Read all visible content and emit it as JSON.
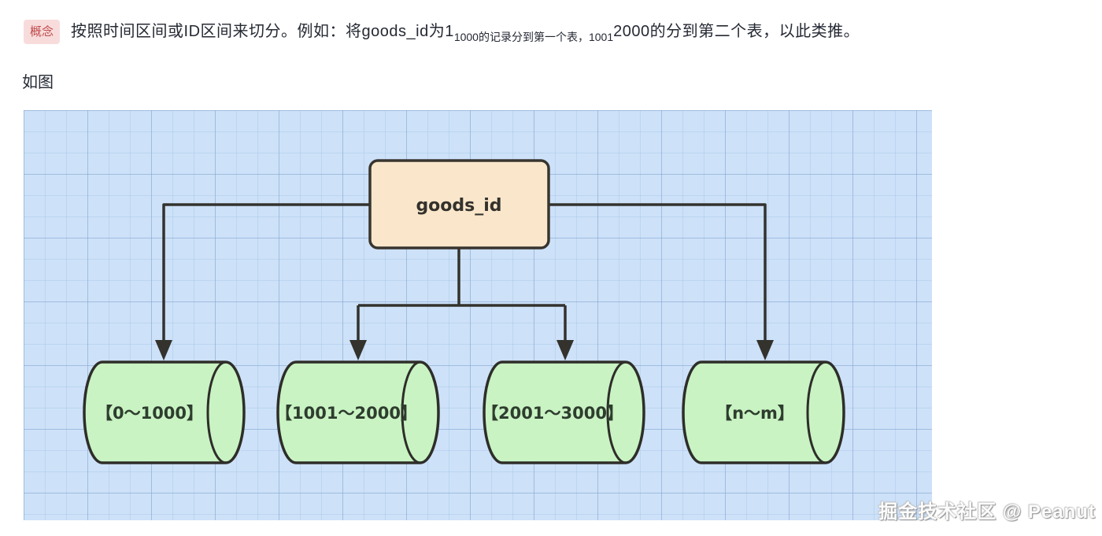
{
  "article": {
    "badge": "概念",
    "intro": {
      "part1": "按照时间区间或ID区间来切分。例如：将goods_id为1",
      "subscript": "1000的记录分到第一个表，1001",
      "part2": "2000的分到第二个表，以此类推。"
    },
    "caption": "如图"
  },
  "diagram": {
    "root_label": "goods_id",
    "shards": [
      {
        "label": "【0～1000】"
      },
      {
        "label": "【1001～2000】"
      },
      {
        "label": "【2001～3000】"
      },
      {
        "label": "【n～m】"
      }
    ],
    "colors": {
      "canvas_background": "#cde1f8",
      "grid_line": "#7da0cd",
      "root_box_fill": "#fae7cb",
      "shard_fill": "#c9f3c3",
      "stroke": "#33322d",
      "badge_background": "#f8dcdc",
      "badge_text": "#bf4a4a"
    }
  },
  "watermark": "掘金技术社区 @ Peanut"
}
